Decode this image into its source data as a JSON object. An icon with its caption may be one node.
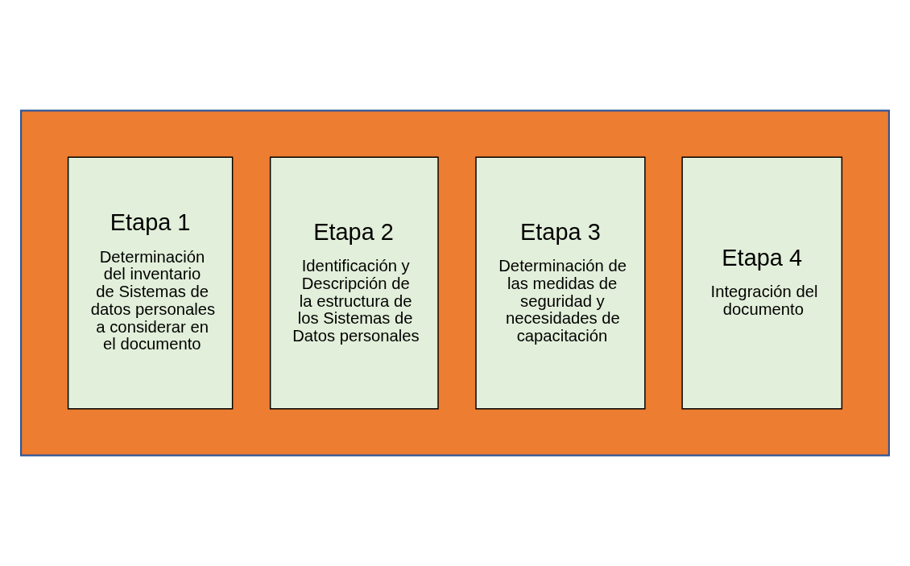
{
  "diagram": {
    "nodes": [
      {
        "text": [],
        "shape": "arrow"
      },
      {
        "text": [
          "Etapa 1",
          "Determinación del inventario de Sistemas de datos personales a considerar en el documento"
        ],
        "in": 0
      },
      {
        "text": [
          "Etapa 2",
          "Identificación y Descripción de la estructura de los Sistemas de Datos personales"
        ],
        "in": 0
      },
      {
        "text": [
          "Etapa 3",
          "Determinación de las medidas de seguridad y necesidades de capacitación"
        ],
        "in": 0
      },
      {
        "text": [
          "Etapa 4",
          "Integración del documento"
        ],
        "in": 0
      }
    ]
  }
}
